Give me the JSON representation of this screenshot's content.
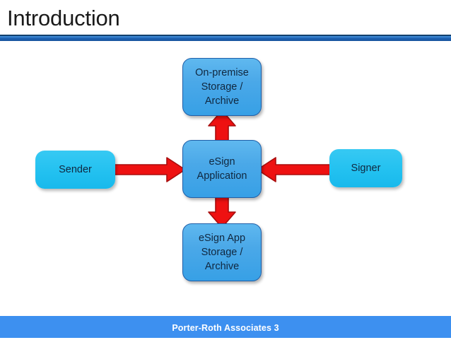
{
  "slide": {
    "title": "Introduction",
    "accent_color": "#1f63b4",
    "background_color": "#ffffff"
  },
  "diagram": {
    "type": "flow-diagram",
    "node_fill_center": "#4aa8e8",
    "node_fill_side": "#23c1f0",
    "node_stroke_center": "#1f5fa8",
    "arrow_fill": "#ee1111",
    "arrow_stroke": "#a80d0d",
    "nodes": [
      {
        "id": "on-premise-storage",
        "label": "On-premise\nStorage /\nArchive",
        "style": "center"
      },
      {
        "id": "esign-application",
        "label": "eSign\nApplication",
        "style": "center"
      },
      {
        "id": "esign-app-storage",
        "label": "eSign App\nStorage /\nArchive",
        "style": "center"
      },
      {
        "id": "sender",
        "label": "Sender",
        "style": "side"
      },
      {
        "id": "signer",
        "label": "Signer",
        "style": "side"
      }
    ],
    "arrows": [
      {
        "id": "sender-to-esign",
        "from": "sender",
        "to": "esign-application",
        "direction": "right"
      },
      {
        "id": "signer-to-esign",
        "from": "signer",
        "to": "esign-application",
        "direction": "left"
      },
      {
        "id": "esign-to-onpremise",
        "from": "esign-application",
        "to": "on-premise-storage",
        "direction": "up"
      },
      {
        "id": "esign-to-esign-storage",
        "from": "esign-application",
        "to": "esign-app-storage",
        "direction": "down"
      }
    ]
  },
  "footer": {
    "text": "Porter-Roth Associates 3",
    "company": "Porter-Roth Associates",
    "slide_number": "3",
    "bar_color": "#3d90f0"
  }
}
